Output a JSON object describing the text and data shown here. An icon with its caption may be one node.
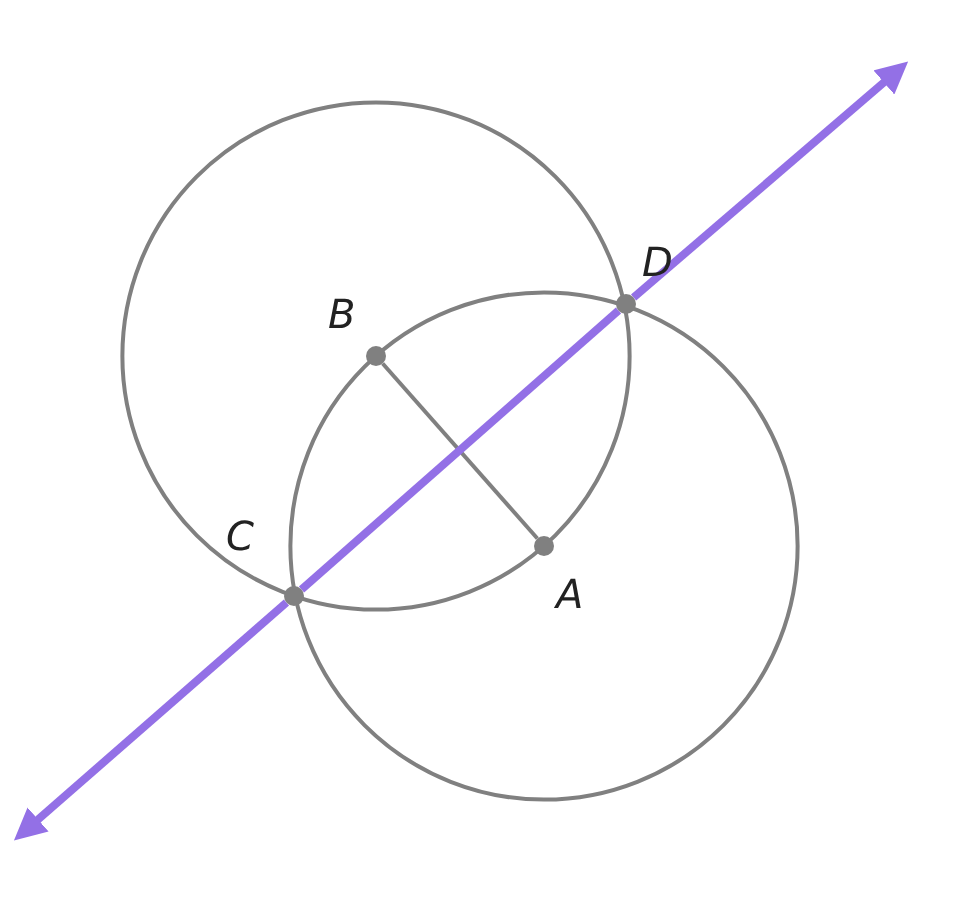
{
  "diagram": {
    "nodes": [
      {
        "text": [
          "A"
        ]
      },
      {
        "text": [
          "B"
        ]
      },
      {
        "text": [
          "C"
        ]
      },
      {
        "text": [
          "D"
        ]
      }
    ],
    "edges": [
      {
        "from": 1,
        "to": 0,
        "arrow": "none",
        "color": "#808080"
      },
      {
        "from": 2,
        "to": 3,
        "arrow": "none"
      },
      {
        "from": 2,
        "to": null,
        "arrow": "to"
      },
      {
        "from": 3,
        "to": null,
        "arrow": "to"
      }
    ]
  }
}
